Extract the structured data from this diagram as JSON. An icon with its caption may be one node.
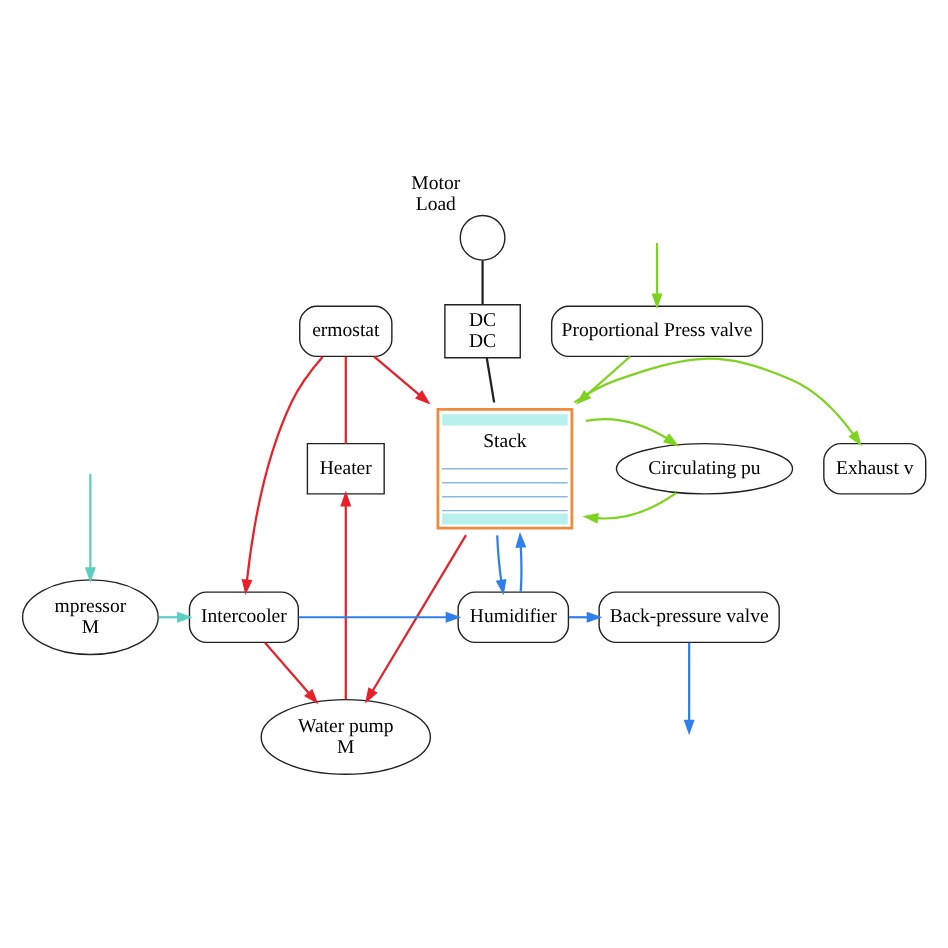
{
  "diagram": {
    "nodes": [
      {
        "text": [],
        "shape": "circle",
        "beside": [
          "Motor",
          "Load"
        ]
      },
      {
        "text": [
          "DC",
          "DC"
        ]
      },
      {
        "text": [
          "ermostat"
        ]
      },
      {
        "text": [
          "Stack"
        ]
      },
      {
        "text": [
          "Proportional Press valve"
        ]
      },
      {
        "text": [
          "Heater"
        ]
      },
      {
        "text": [
          "Water pump",
          "M"
        ]
      },
      {
        "text": [
          "Circulating pu"
        ]
      },
      {
        "text": [
          "Exhaust v"
        ]
      },
      {
        "text": [
          "mpressor",
          "M"
        ]
      },
      {
        "text": [
          "Intercooler"
        ]
      },
      {
        "text": [
          "Humidifier"
        ]
      },
      {
        "text": [
          "Back-pressure valve"
        ]
      }
    ],
    "edges": [
      {
        "from": 0,
        "to": 1,
        "arrow": "none",
        "color": "#222222"
      },
      {
        "from": 1,
        "to": 3,
        "arrow": "none",
        "color": "#222222"
      },
      {
        "from": 2,
        "to": 3,
        "arrow": "to",
        "color": "#e8202a"
      },
      {
        "from": 2,
        "to": 10,
        "arrow": "to",
        "color": "#e8202a"
      },
      {
        "from": 3,
        "to": 6,
        "arrow": "to",
        "color": "#e8202a"
      },
      {
        "from": 10,
        "to": 6,
        "arrow": "to",
        "color": "#e8202a"
      },
      {
        "from": 6,
        "to": 5,
        "arrow": "to",
        "color": "#e8202a"
      },
      {
        "from": 5,
        "to": 2,
        "arrow": "none",
        "color": "#e8202a"
      },
      {
        "from": null,
        "to": 4,
        "arrow": "to",
        "color": "#7ed321"
      },
      {
        "from": 4,
        "to": 3,
        "arrow": "to",
        "color": "#7ed321"
      },
      {
        "from": 7,
        "to": 3,
        "arrow": "to",
        "color": "#7ed321"
      },
      {
        "from": 3,
        "to": 7,
        "arrow": "to",
        "color": "#7ed321"
      },
      {
        "from": 3,
        "to": 8,
        "arrow": "to",
        "color": "#7ed321"
      },
      {
        "from": null,
        "to": 9,
        "arrow": "to",
        "color": "#5ccfc4"
      },
      {
        "from": 9,
        "to": 10,
        "arrow": "to",
        "color": "#5ccfc4"
      },
      {
        "from": 10,
        "to": 11,
        "arrow": "to",
        "color": "#2f80ed"
      },
      {
        "from": 11,
        "to": 3,
        "arrow": "to",
        "color": "#2f80ed"
      },
      {
        "from": 3,
        "to": 11,
        "arrow": "to",
        "color": "#2f80ed"
      },
      {
        "from": 11,
        "to": 12,
        "arrow": "to",
        "color": "#2f80ed"
      },
      {
        "from": 12,
        "to": null,
        "arrow": "to",
        "color": "#2f80ed"
      }
    ]
  }
}
